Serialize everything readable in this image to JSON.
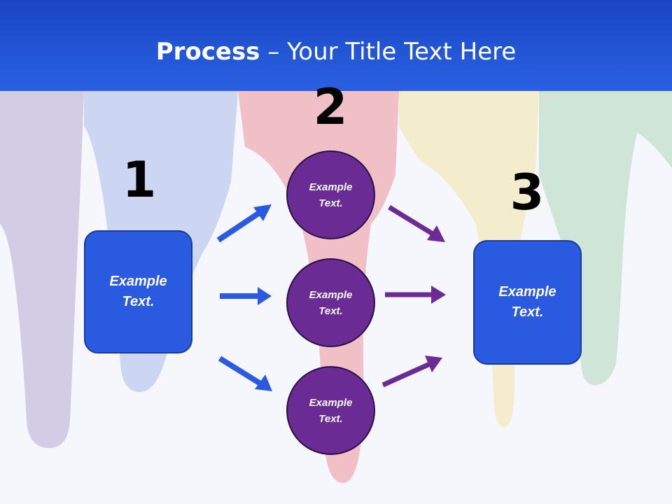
{
  "slide": {
    "title_bold": "Process",
    "title_rest": " – Your Title Text Here"
  },
  "steps": {
    "step1": {
      "number": "1",
      "text": "Example\nText."
    },
    "step2": {
      "number": "2"
    },
    "step3": {
      "number": "3",
      "text": "Example\nText."
    }
  },
  "middle_nodes": [
    {
      "text": "Example\nText."
    },
    {
      "text": "Example\nText."
    },
    {
      "text": "Example\nText."
    }
  ],
  "colors": {
    "header": "#2357d6",
    "box_fill": "#2a5ae0",
    "circle_fill": "#6a2b94",
    "arrow_blue": "#2a5ae0",
    "arrow_purple": "#6a2b94"
  }
}
